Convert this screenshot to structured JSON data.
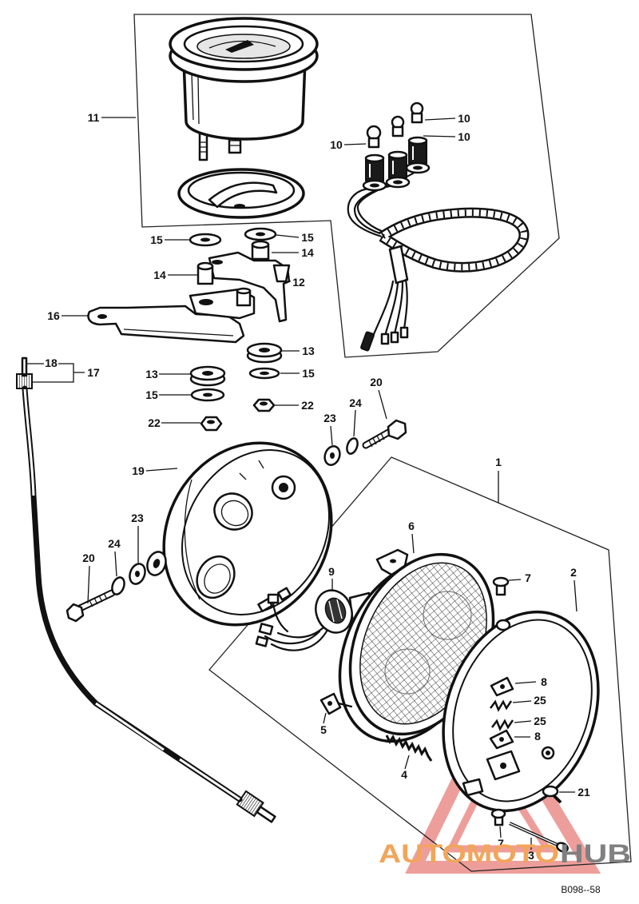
{
  "callouts": [
    "11",
    "10",
    "10",
    "10",
    "15",
    "15",
    "14",
    "14",
    "12",
    "16",
    "13",
    "18",
    "17",
    "13",
    "15",
    "20",
    "15",
    "24",
    "22",
    "23",
    "22",
    "1",
    "19",
    "23",
    "6",
    "24",
    "20",
    "9",
    "2",
    "7",
    "8",
    "25",
    "25",
    "5",
    "8",
    "4",
    "21",
    "7",
    "3"
  ],
  "diagram_code": "B098--58",
  "watermark": {
    "part1": "AUTOMOTO",
    "part2": "HUB"
  },
  "colors": {
    "line": "#111111",
    "watermark_triangle": "#e0504a",
    "watermark_text_1": "#f2a55a",
    "watermark_text_2": "#808080"
  }
}
